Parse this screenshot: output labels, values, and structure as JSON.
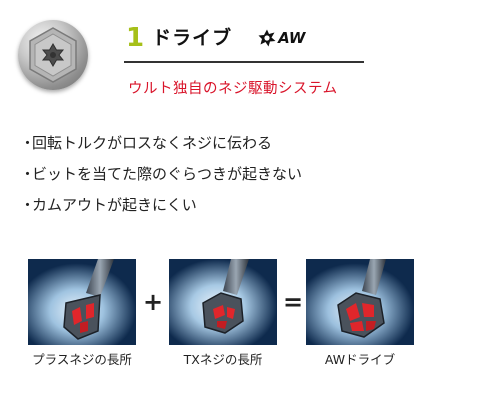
{
  "header": {
    "number": "1",
    "title": "ドライブ",
    "logo_text": "AW",
    "subtitle": "ウルト独自のネジ駆動システム"
  },
  "features": [
    "回転トルクがロスなくネジに伝わる",
    "ビットを当てた際のぐらつきが起きない",
    "カムアウトが起きにくい"
  ],
  "bullet_mark": "・",
  "operators": {
    "plus": "+",
    "equals": "="
  },
  "captions": {
    "phillips": "プラスネジの長所",
    "tx": "TXネジの長所",
    "aw": "AWドライブ"
  },
  "colors": {
    "accent_green": "#a6c019",
    "subtitle_red": "#d9142a",
    "panel_dark": "#0e2a4d",
    "bit_red": "#e0262b"
  },
  "icons": {
    "screw_head": "hex-head-screw-aw-recess-icon",
    "logo": "aw-star-drive-icon"
  }
}
